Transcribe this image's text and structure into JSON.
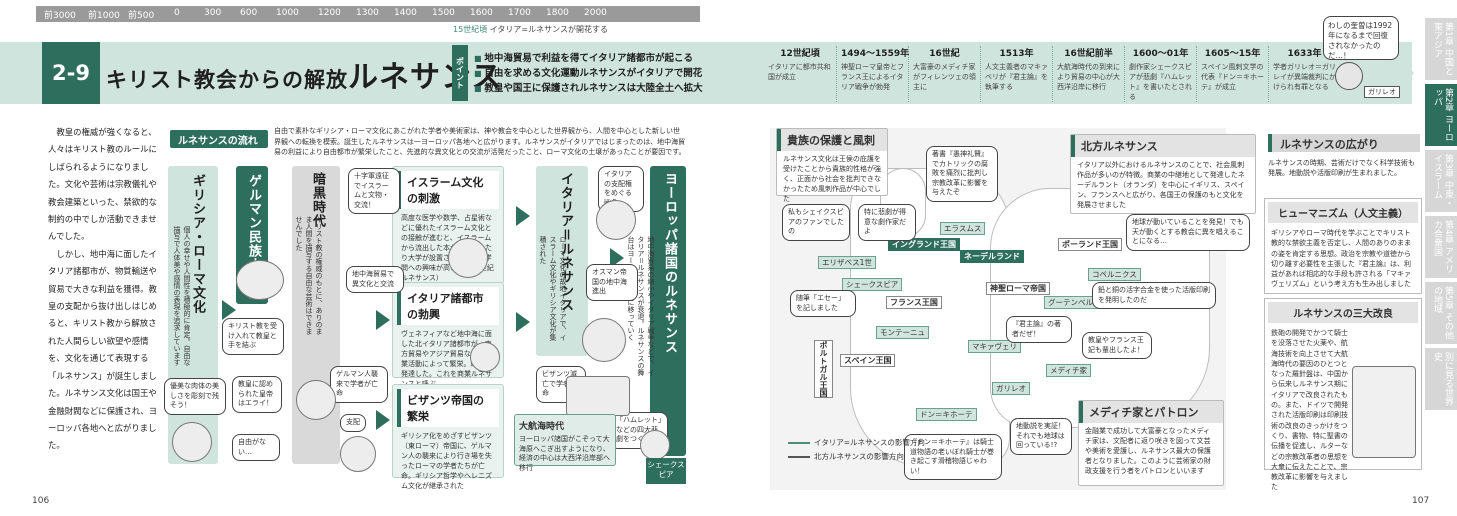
{
  "timeline": {
    "ticks": [
      "前3000",
      "前1000",
      "前500",
      "0",
      "300",
      "600",
      "1000",
      "1200",
      "1300",
      "1400",
      "1500",
      "1600",
      "1700",
      "1800",
      "2000"
    ],
    "marker_year": "15世紀頃",
    "marker_label": "イタリア=ルネサンスが開花する"
  },
  "header": {
    "section_number": "2-9",
    "title_prefix": "キリスト教会からの解放",
    "title_main": "ルネサンス",
    "point_tag": "ポイント",
    "points": [
      "地中海貿易で利益を得てイタリア諸都市が起こる",
      "自由を求める文化運動ルネサンスがイタリアで開花",
      "教皇や国王に保護されルネサンスは大陸全土へ拡大"
    ],
    "events": [
      {
        "date": "12世紀頃",
        "desc": "イタリアに都市共和国が成立"
      },
      {
        "date": "1494〜1559年",
        "desc": "神聖ローマ皇帝とフランス王によるイタリア戦争が勃発"
      },
      {
        "date": "16世紀",
        "desc": "大富豪のメディチ家がフィレンツェの領主に"
      },
      {
        "date": "1513年",
        "desc": "人文主義者のマキァベリが『君主論』を執筆する"
      },
      {
        "date": "16世紀前半",
        "desc": "大航海時代の到来により貿易の中心が大西洋沿岸に移行"
      },
      {
        "date": "1600〜01年",
        "desc": "劇作家シェークスピアが悲劇『ハムレット』を書いたとされる"
      },
      {
        "date": "1605〜15年",
        "desc": "スペイン風刺文学の代表『ドン＝キホーテ』が成立"
      },
      {
        "date": "1633年",
        "desc": "学者ガリレオ＝ガリレイが異端裁判にかけられ有罪となる"
      }
    ],
    "galileo_speech": "わしの奎曽は1992年になるまで回復されなかったのだ…！",
    "galileo_label": "ガリレオ"
  },
  "tabs": [
    {
      "label": "第1章 中国と東アジア",
      "active": false
    },
    {
      "label": "第2章 ヨーロッパ",
      "active": true
    },
    {
      "label": "第3章 中東・イスラーム",
      "active": false
    },
    {
      "label": "第4章 アメリカ合衆国",
      "active": false
    },
    {
      "label": "第5章 その他の地域",
      "active": false
    },
    {
      "label": "第6章 テーマ別に見る世界史",
      "active": false
    }
  ],
  "intro": {
    "p1": "教皇の権威が強くなると、人々はキリスト教のルールにしばられるようになりました。文化や芸術は宗教儀礼や教会建築といった、禁欲的な制約の中でしか活動できませんでした。",
    "p2": "しかし、地中海に面したイタリア諸都市が、物質輸送や貿易で大きな利益を獲得。教皇の支配から抜け出しはじめると、キリスト教から解放された人間らしい欲望や感情を、文化を通じて表現する「ルネサンス」が誕生しました。ルネサンス文化は国王や金融財閥などに保護され、ヨーロッパ各地へと広がりました。"
  },
  "flow": {
    "heading": "ルネサンスの流れ",
    "summary": "自由で素朴なギリシア・ローマ文化にあこがれた学者や美術家は、神や教会を中心とした世界観から、人間を中心とした新しい世界観への転換を模索。誕生したルネサンスは一ヨーロッパ各地へと広がります。ルネサンスがイタリアではじまったのは、地中海貿易の利益により自由都市が繁栄したこと、先進的な異文化との交流が活発だったこと、ローマ文化の土壌があったことが要因です。",
    "greek": "ギリシア・ローマ文化",
    "greek_desc": "個人の幸せや人間性を積極的に肯定。自由な描写で人体美や感情の表現を追求しています",
    "german": "ゲルマン民族大移動",
    "dark": "暗黒時代",
    "dark_desc": "キリスト教の権威のもとに、ありのまま人間を描写する自由な芸術はできませんでした",
    "islam_title": "イスラーム文化の刺激",
    "islam_desc": "高度な医学や数学、占星術などに優れたイスラーム文化との接触が進むと、イスラームから流出した本が翻訳されたり大学が設置されたりと、学問への興味が高まる（12世紀ルネサンス）",
    "italy_title": "イタリア諸都市の勃興",
    "italy_desc": "ヴェネフィアなど地中海に面した北イタリア諸都市が、東方貿易やアジア貿易などの商業活動によって繁栄。経済が発達した。これを商業ルネサンスと呼ぶ",
    "byz_title": "ビザンツ帝国の繁栄",
    "byz_desc": "ギリシア化をめざすビザンツ（東ローマ）帝国に、ゲルマン人の襲来により行き場を失ったローマの学者たちが亡命。ギリシア哲学やヘレニズム文化が継承された",
    "italy_ren": "イタリア＝ルネサンス",
    "italy_ren_desc": "ローマ文化の故地イタリアで、イスラーム文化やギリシア文化が集積された",
    "europe_ren": "ヨーロッパ諸国のルネサンス",
    "europe_ren_desc": "地中海貿易の縮小やイタリア戦争などで、イタリア＝ルネサンスが衰退。ルネサンスの舞台はヨーロッパ北部に移っていく",
    "age_title": "大航海時代",
    "age_desc": "ヨーロッパ諸国がこぞって大海原へこぎ出すようになり、経済の中心は大西洋沿岸部へ移行",
    "shakes_label": "シェークスピア",
    "bubbles": {
      "crusade": "十字軍遠征でイスラームと文物・交流！",
      "trade": "地中海貿易で異文化と交流",
      "church": "キリスト教を受け入れて教皇と手を結ぶ",
      "beauty": "優美な肉体の美しさを彫刻で残そう！",
      "pope": "教皇に認められた皇帝はエライ！",
      "freedom": "自由がない…",
      "german_scholar": "ゲルマン人襲来で学者が亡命",
      "ottoman": "オスマン帝国の地中海進出",
      "byz_end": "ビザンツ滅亡で学者亡命",
      "italy_patron": "イタリアの支配権をめぐる戦争",
      "hamlet": "「ハムレット」などの四大悲劇をつくるぞ",
      "seat": "支配"
    }
  },
  "map": {
    "patrons_title": "貴族の保護と風刺",
    "patrons_desc": "ルネサンス文化は王侯の庇護を受けたことから貴族的性格が強く、正面から社会を批判できなかったため風刺作品が中心でした",
    "north_title": "北方ルネサンス",
    "north_desc": "イタリア以外におけるルネサンスのことで、社会風刺作品が多いのが特徴。商業の中継地として発達したネーデルラント（オランダ）を中心にイギリス、スペイン、フランスへと広がり、各国王の保護のもと文化を発展させました",
    "medici_title": "メディチ家とパトロン",
    "medici_desc": "金融業で成功して大富豪となったメディチ家は、文配者に返り咲きを図って文芸や美術を愛護し、ルネサンス最大の保護者となりました。このように芸術家の財政支援を行う者をパトロンといいます",
    "places": [
      "イングランド王国",
      "ネーデルランド",
      "神聖ローマ帝国",
      "フランス王国",
      "スペイン王国",
      "ポルトガル王国",
      "ポーランド王国"
    ],
    "persons": [
      "エリザベス1世",
      "シェークスピア",
      "エラスムス",
      "コペルニクス",
      "グーテンベルク",
      "モンテーニュ",
      "マキァヴェリ",
      "ガリレオ",
      "メディチ家",
      "ドン＝キホーテ"
    ],
    "bubbles": {
      "eliza": "私もシェイクスピアのファンでしたの",
      "dramatist": "特に悲劇が得意な劇作家だよ",
      "erasmus": "著書『愚神礼賛』でカトリックの腐敗を痛烈に批判し宗教改革に影響を与えたぞ",
      "copern": "地球が動いていることを発見！でも天が動くとする教会に異を唱えることになる…",
      "gutenberg": "鉛と銅の活字合金を使った活版印刷を発明したのだ",
      "montaigne": "随筆「エセー」を記しました",
      "prince": "『君主論』の著者だぜ！",
      "medici": "教皇やフランス王妃も輩出したよ！",
      "donquixote": "『ドン＝キホーテ』は騎士道物語の老いぼれ騎士が巻き起こす滑稽物語じゃわい！",
      "galileo": "地動説を実証！それでも地球は回っている!?"
    },
    "legend_1": "イタリア=ルネサンスの影響方向",
    "legend_2": "北方ルネサンスの影響方向"
  },
  "spread": {
    "title": "ルネサンスの広がり",
    "desc": "ルネサンスの時期、芸術だけでなく科学技術も発展。地動説や活版印刷が生まれました。",
    "humanism_title": "ヒューマニズム（人文主義）",
    "humanism_desc": "ギリシアやローマ時代を学ぶことでキリスト教的な禁欲主義を否定し、人間のありのままの姿を肯定する思想。政治を宗教や道徳から切り離す必要性を主張した『君主論』は、利益があれば相応的な手段も許される「マキァヴェリズム」という考え方も生み出しました",
    "inventions_title": "ルネサンスの三大改良",
    "inventions_desc": "鉄砲の開発でかつて騎士を没落させた火薬や、航海技術を向上させて大航海時代の要因のひとつとなった羅針盤は、中国から伝来しルネサンス期にイタリアで改良されたもの。また、ドイツで開発された活版印刷は印刷技術の改良のきっかけをつくり、書物、特に聖書の伝播を促進し、ルターなどの宗教改革者の思想を大衆に伝えたことで、宗教改革に影響を与えました"
  },
  "page_left": "106",
  "page_right": "107"
}
